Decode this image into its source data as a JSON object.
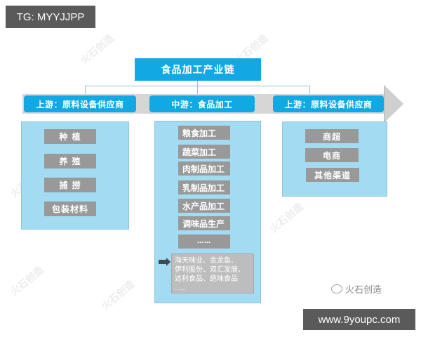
{
  "badges": {
    "top_left": "TG: MYYJJPP",
    "bottom_right": "www.9youpc.com"
  },
  "watermark": {
    "brand": "火石创造"
  },
  "diagram": {
    "title": "食品加工产业链",
    "colors": {
      "stage_blue": "#12a8e4",
      "panel_blue": "#a3dcf2",
      "item_gray": "#999999",
      "band_gray": "#d6d6d6"
    },
    "stages": [
      {
        "label": "上游：原料设备供应商",
        "items": [
          "种 植",
          "养 殖",
          "捕 捞",
          "包装材料"
        ]
      },
      {
        "label": "中游：食品加工",
        "items": [
          "粮食加工",
          "蔬菜加工",
          "肉制品加工",
          "乳制品加工",
          "水产品加工",
          "调味品生产",
          "……"
        ],
        "companies": {
          "line1": "海天味业、金龙鱼、",
          "line2": "伊利股份、双汇发展、",
          "line3": "达利食品、绝味食品",
          "line4": "……"
        }
      },
      {
        "label": "上游：原料设备供应商",
        "items": [
          "商超",
          "电商",
          "其他渠道"
        ]
      }
    ]
  }
}
